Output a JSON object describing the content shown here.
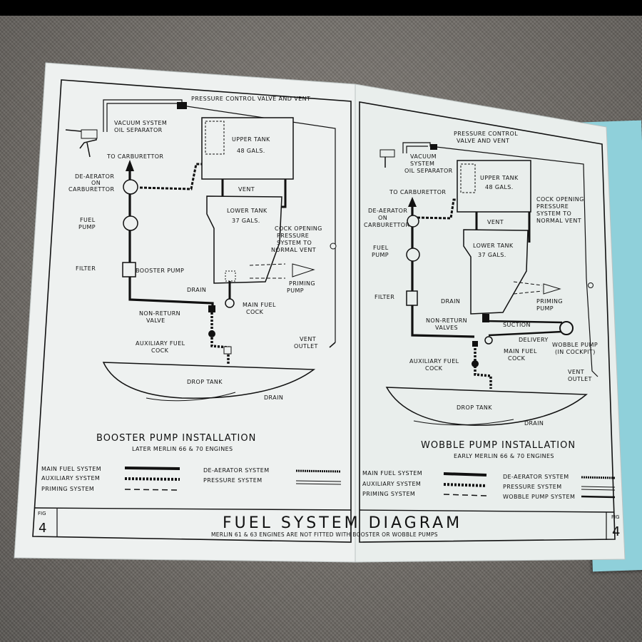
{
  "left": {
    "pressure_control": "PRESSURE CONTROL VALVE AND VENT",
    "vacuum_1": "VACUUM SYSTEM",
    "vacuum_2": "OIL SEPARATOR",
    "to_carb": "TO CARBURETTOR",
    "upper_tank_1": "UPPER TANK",
    "upper_tank_2": "48 GALS.",
    "deaerator_1": "DE-AERATOR",
    "deaerator_2": "ON",
    "deaerator_3": "CARBURETTOR",
    "vent": "VENT",
    "lower_tank_1": "LOWER TANK",
    "lower_tank_2": "37 GALS.",
    "fuel_pump_1": "FUEL",
    "fuel_pump_2": "PUMP",
    "cock_1": "COCK OPENING",
    "cock_2": "PRESSURE",
    "cock_3": "SYSTEM TO",
    "cock_4": "NORMAL VENT",
    "filter": "FILTER",
    "booster": "BOOSTER PUMP",
    "priming_1": "PRIMING",
    "priming_2": "PUMP",
    "drain": "DRAIN",
    "main_fuel_1": "MAIN FUEL",
    "main_fuel_2": "COCK",
    "nonreturn_1": "NON-RETURN",
    "nonreturn_2": "VALVE",
    "aux_1": "AUXILIARY FUEL",
    "aux_2": "COCK",
    "vent_outlet_1": "VENT",
    "vent_outlet_2": "OUTLET",
    "drop_tank": "DROP TANK",
    "drain2": "DRAIN",
    "title": "BOOSTER PUMP INSTALLATION",
    "subtitle": "LATER MERLIN 66 & 70 ENGINES",
    "legend_main": "MAIN FUEL SYSTEM",
    "legend_aux": "AUXILIARY SYSTEM",
    "legend_priming": "PRIMING SYSTEM",
    "legend_deaerator": "DE-AERATOR SYSTEM",
    "legend_pressure": "PRESSURE SYSTEM"
  },
  "right": {
    "pressure_control_1": "PRESSURE CONTROL",
    "pressure_control_2": "VALVE AND VENT",
    "vacuum_1": "VACUUM",
    "vacuum_2": "SYSTEM",
    "vacuum_3": "OIL SEPARATOR",
    "upper_tank_1": "UPPER TANK",
    "upper_tank_2": "48 GALS.",
    "to_carb": "TO CARBURETTOR",
    "cock_1": "COCK OPENING",
    "cock_2": "PRESSURE",
    "cock_3": "SYSTEM TO",
    "cock_4": "NORMAL VENT",
    "deaerator_1": "DE-AERATOR",
    "deaerator_2": "ON",
    "deaerator_3": "CARBURETTOR",
    "vent": "VENT",
    "fuel_pump_1": "FUEL",
    "fuel_pump_2": "PUMP",
    "lower_tank_1": "LOWER TANK",
    "lower_tank_2": "37 GALS.",
    "filter": "FILTER",
    "priming_1": "PRIMING",
    "priming_2": "PUMP",
    "drain": "DRAIN",
    "nonreturn_1": "NON-RETURN",
    "nonreturn_2": "VALVES",
    "suction": "SUCTION",
    "delivery": "DELIVERY",
    "wobble_1": "WOBBLE PUMP",
    "wobble_2": "(IN COCKPIT)",
    "main_fuel_1": "MAIN FUEL",
    "main_fuel_2": "COCK",
    "aux_1": "AUXILIARY FUEL",
    "aux_2": "COCK",
    "vent_outlet_1": "VENT",
    "vent_outlet_2": "OUTLET",
    "drop_tank": "DROP TANK",
    "drain2": "DRAIN",
    "title": "WOBBLE PUMP INSTALLATION",
    "subtitle": "EARLY MERLIN 66 & 70 ENGINES",
    "legend_main": "MAIN FUEL SYSTEM",
    "legend_aux": "AUXILIARY SYSTEM",
    "legend_priming": "PRIMING SYSTEM",
    "legend_deaerator": "DE-AERATOR SYSTEM",
    "legend_pressure": "PRESSURE SYSTEM",
    "legend_wobble": "WOBBLE PUMP SYSTEM"
  },
  "footer": {
    "fig_label": "FIG",
    "fig_number": "4",
    "title": "FUEL SYSTEM DIAGRAM",
    "note": "MERLIN 61 & 63 ENGINES ARE NOT FITTED WITH BOOSTER OR WOBBLE PUMPS"
  }
}
